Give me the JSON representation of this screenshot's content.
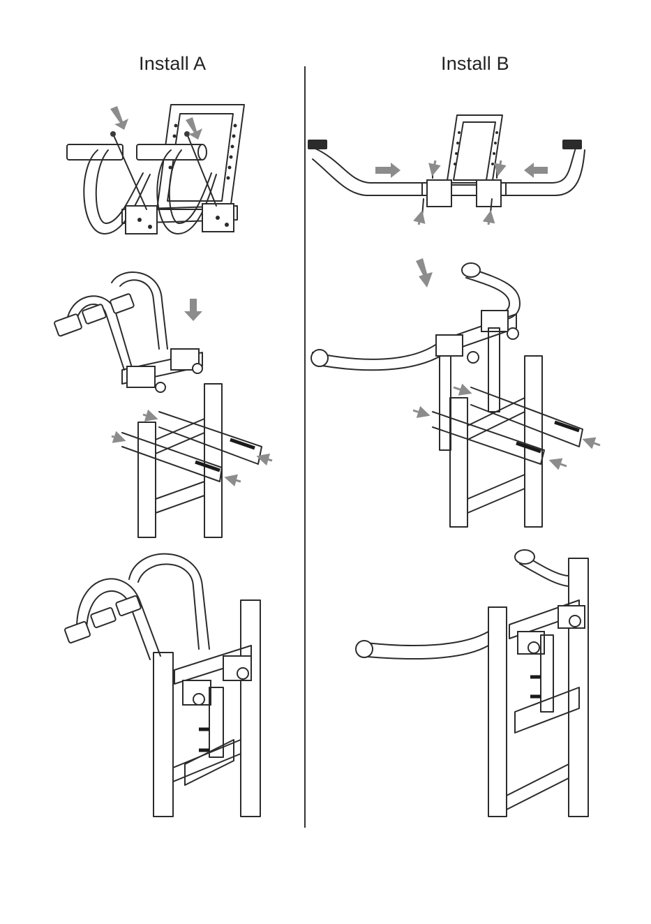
{
  "titles": {
    "install_a": "Install A",
    "install_b": "Install B"
  },
  "colors": {
    "line": "#2b2b2b",
    "arrow": "#8c8c8c",
    "background": "#ffffff"
  },
  "steps": {
    "install_a": [
      "step-1-attach-grab-bars",
      "step-2-mount-on-ladder",
      "step-3-assembled"
    ],
    "install_b": [
      "step-1-insert-arms",
      "step-2-mount-on-ladder",
      "step-3-assembled"
    ]
  }
}
